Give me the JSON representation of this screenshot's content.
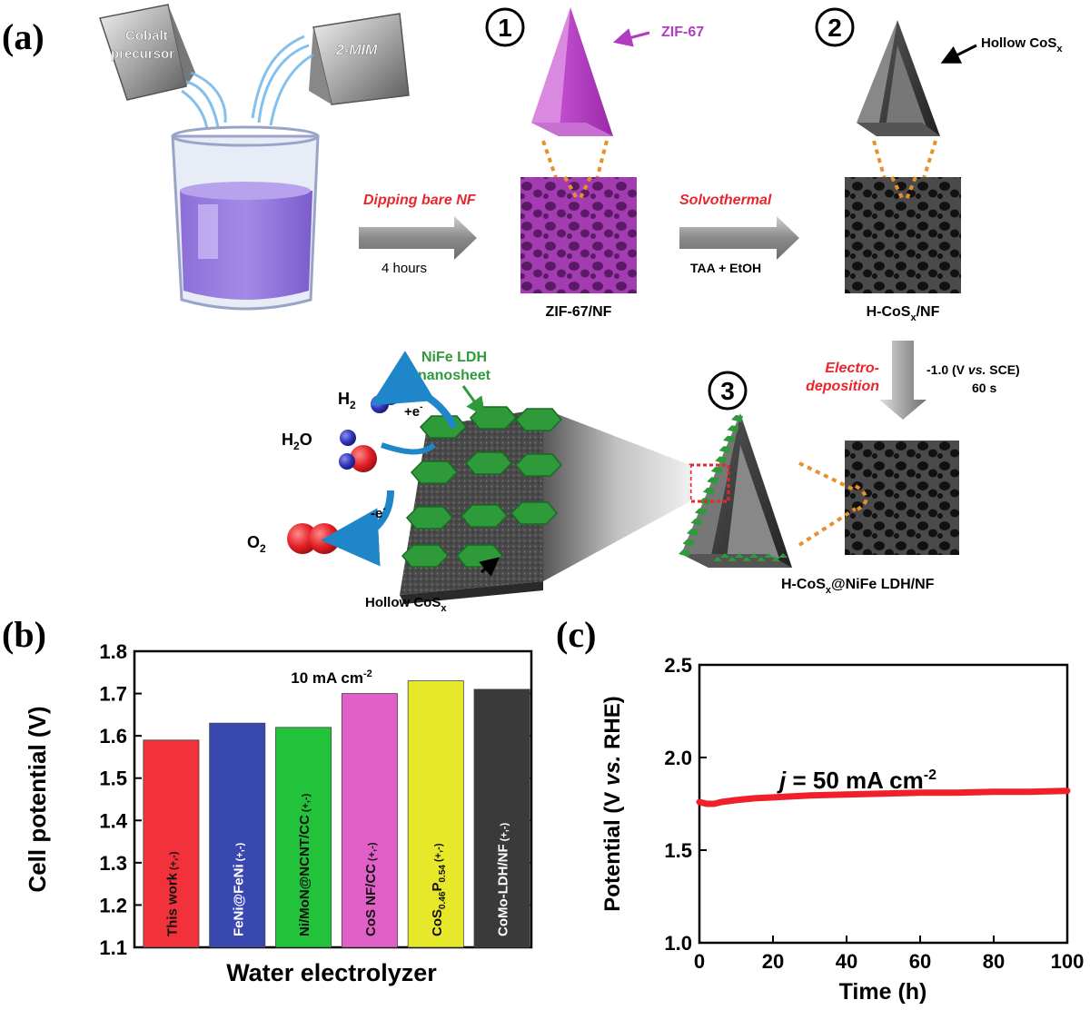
{
  "panel_a": {
    "letter": "(a)",
    "cobalt_line1": "Cobalt",
    "cobalt_line2": "precursor",
    "mim": "2-MIM",
    "step1": "1",
    "step2": "2",
    "step3": "3",
    "zif": "ZIF-67",
    "hollow_cosx_top_prefix": "Hollow CoS",
    "hollow_cosx_top_sub": "x",
    "dipping": "Dipping bare NF",
    "four_hours": "4 hours",
    "solvothermal": "Solvothermal",
    "taa": "TAA + EtOH",
    "zif_nf": "ZIF-67/NF",
    "hcosx_nf_prefix": "H-CoS",
    "hcosx_nf_sub": "x",
    "hcosx_nf_suffix": "/NF",
    "nife_line1": "NiFe LDH",
    "nife_line2": "nanosheet",
    "electro_line1": "Electro-",
    "electro_line2": "deposition",
    "potential_prefix": "-1.0 (V ",
    "potential_vs": "vs.",
    "potential_suffix": " SCE)",
    "seconds": "60 s",
    "h2_main": "H",
    "h2_sub": "2",
    "h2o_h": "H",
    "h2o_sub": "2",
    "h2o_o": "O",
    "o2_main": "O",
    "o2_sub": "2",
    "plus_e": "+e",
    "plus_e_sup": "-",
    "minus_e": "-e",
    "minus_e_sup": "-",
    "hollow_cosx_bottom_prefix": "Hollow CoS",
    "hollow_cosx_bottom_sub": "x",
    "final_prefix": "H-CoS",
    "final_sub": "x",
    "final_suffix": "@NiFe LDH/NF",
    "colors": {
      "zif_purple": "#b23cc0",
      "red_label": "#e8262b",
      "arrow_blue": "#1f86c9",
      "ldh_green": "#2e9a3a",
      "orange_dash": "#e8902b"
    }
  },
  "chart_data": [
    {
      "panel": "(b)",
      "type": "bar",
      "xlabel": "Water electrolyzer",
      "ylabel": "Cell potential (V)",
      "annotation": "10 mA cm",
      "annotation_sup": "-2",
      "ylim": [
        1.1,
        1.8
      ],
      "yticks": [
        "1.1",
        "1.2",
        "1.3",
        "1.4",
        "1.5",
        "1.6",
        "1.7",
        "1.8"
      ],
      "categories": [
        {
          "label": "This work",
          "suffix": "(+,-)",
          "value": 1.59,
          "color": "#f2323a"
        },
        {
          "label": "FeNi@FeNi",
          "suffix": "(+,-)",
          "value": 1.63,
          "color": "#3848b0"
        },
        {
          "label": "Ni/MoN@NCNT/CC",
          "suffix": "(+,-)",
          "value": 1.62,
          "color": "#22c23a"
        },
        {
          "label": "CoS NF/CC",
          "suffix": "(+,-)",
          "value": 1.7,
          "color": "#e060c8"
        },
        {
          "label": "CoS0.46P0.54",
          "suffix": "(+,-)",
          "value": 1.73,
          "color": "#e8e82a"
        },
        {
          "label": "CoMo-LDH/NF",
          "suffix": "(+,-)",
          "value": 1.71,
          "color": "#3a3a3a"
        }
      ]
    },
    {
      "panel": "(c)",
      "type": "line",
      "xlabel": "Time (h)",
      "ylabel": "Potential (V vs. RHE)",
      "annotation_j": "j",
      "annotation_rest": " = 50 mA cm",
      "annotation_sup": "-2",
      "xlim": [
        0,
        100
      ],
      "ylim": [
        1.0,
        2.5
      ],
      "xticks": [
        "0",
        "20",
        "40",
        "60",
        "80",
        "100"
      ],
      "yticks": [
        "1.0",
        "1.5",
        "2.0",
        "2.5"
      ],
      "series": [
        {
          "color": "#f0202a",
          "x": [
            0,
            2,
            4,
            6,
            10,
            15,
            20,
            30,
            40,
            50,
            60,
            70,
            80,
            90,
            100
          ],
          "y": [
            1.76,
            1.75,
            1.75,
            1.76,
            1.77,
            1.78,
            1.785,
            1.795,
            1.8,
            1.805,
            1.81,
            1.81,
            1.815,
            1.815,
            1.82
          ]
        }
      ]
    }
  ]
}
